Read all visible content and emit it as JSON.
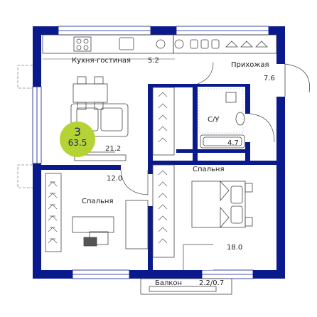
{
  "colors": {
    "wall": "#0a1a8c",
    "accent": "#b5d334",
    "line": "#444444"
  },
  "apartment": {
    "rooms": "3",
    "total_area": "63.5"
  },
  "rooms": {
    "kitchen": {
      "name": "Кухня-гостиная",
      "kitchen_area": "5.2",
      "living_area": "21.2"
    },
    "hallway": {
      "name": "Прихожая",
      "area": "7.6"
    },
    "bathroom": {
      "name": "С/У",
      "area": "4.7"
    },
    "bedroom_left": {
      "name": "Спальня",
      "area": "12.0"
    },
    "bedroom_right": {
      "name": "Спальня",
      "area": "18.0"
    },
    "balcony": {
      "name": "Балкон",
      "area": "2.2/0.7"
    }
  }
}
